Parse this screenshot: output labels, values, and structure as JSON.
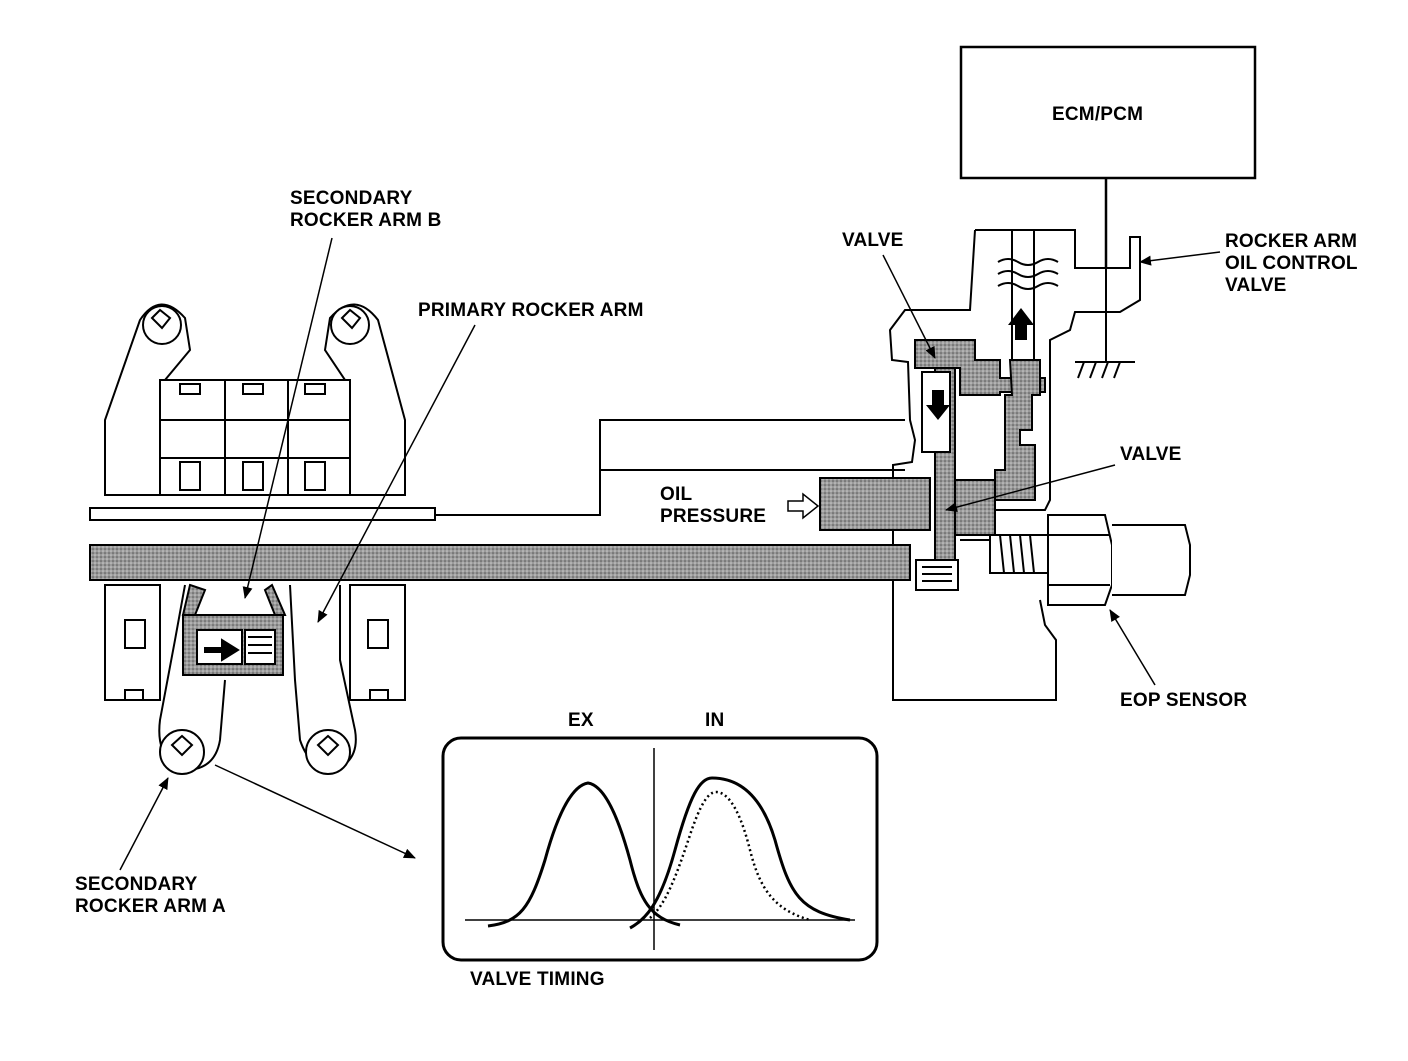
{
  "labels": {
    "ecm_pcm": "ECM/PCM",
    "secondary_rocker_b": [
      "SECONDARY",
      "ROCKER ARM B"
    ],
    "primary_rocker": "PRIMARY ROCKER ARM",
    "valve_top": "VALVE",
    "rocker_oil_control_valve": [
      "ROCKER ARM",
      "OIL CONTROL",
      "VALVE"
    ],
    "valve_mid": "VALVE",
    "oil_pressure": [
      "OIL",
      "PRESSURE"
    ],
    "eop_sensor": "EOP SENSOR",
    "ex": "EX",
    "in": "IN",
    "secondary_rocker_a": [
      "SECONDARY",
      "ROCKER ARM A"
    ],
    "valve_timing": "VALVE TIMING"
  },
  "colors": {
    "ink": "#000000",
    "oil_fill": "#8c8c8c",
    "background": "#ffffff"
  }
}
